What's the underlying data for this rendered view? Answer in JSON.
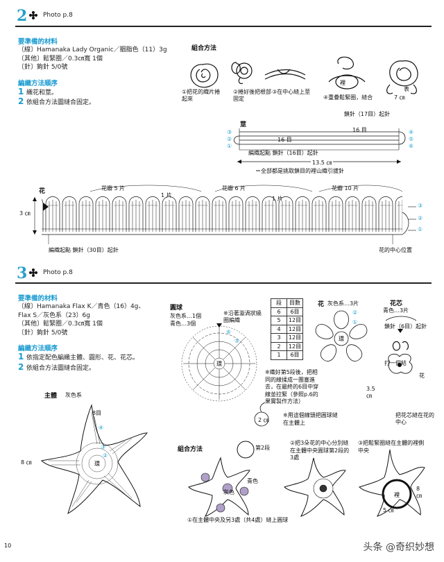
{
  "section2": {
    "number": "2",
    "photo_ref": "Photo p.8",
    "materials_header": "要準備的材料",
    "materials": [
      "〔線〕Hamanaka Lady Organic／胭脂色（11）3g",
      "〔其他〕鬆緊圈／0.3㎝寬 1個",
      "〔針〕鉤針 5/0號"
    ],
    "steps_header": "編織方法順序",
    "steps": [
      {
        "n": "1",
        "text": "織花和莖。"
      },
      {
        "n": "2",
        "text": "依組合方法圖縫合固定。"
      }
    ],
    "assembly_title": "組合方法",
    "assembly_steps": [
      "①把花的織片捲起來",
      "②捲好後把根部固定",
      "③在中心縫上莖",
      "④重疊鬆緊圈，縫合"
    ],
    "assembly_labels": {
      "back": "裡",
      "front": "表",
      "size": "7 ㎝"
    },
    "stem": {
      "title": "莖",
      "chain_label": "鎖針（17目）起針",
      "count_16_top": "16 目",
      "count_16_bottom": "16 目",
      "start_label": "編織起點 鎖針（16目）起針",
      "width": "13.5 ㎝",
      "note": "＝全部都是挑取鎖目的裡山織引拔針",
      "rows_left": [
        "③",
        "②",
        "①"
      ],
      "rows_right": [
        "④",
        "⑤",
        "⑥"
      ]
    },
    "flower": {
      "title": "花",
      "petals": [
        "花瓣 5 片",
        "花瓣 6 片",
        "花瓣 10 片"
      ],
      "one_piece": "1 片",
      "height": "3 ㎝",
      "start_label": "編織起點 鎖針（30目）起針",
      "center": "花的中心位置",
      "rows": [
        "③",
        "②",
        "①"
      ]
    }
  },
  "section3": {
    "number": "3",
    "photo_ref": "Photo p.8",
    "materials_header": "要準備的材料",
    "materials": [
      "〔線〕Hamanaka Flax K／青色（16）4g、",
      "Flax S／灰色系（23）6g",
      "〔其他〕鬆緊圈／0.3㎝寬 1個",
      "〔針〕鉤針 5/0號"
    ],
    "steps_header": "編織方法順序",
    "steps": [
      {
        "n": "1",
        "text": "依指定配色編織主體、圓形、花、花芯。"
      },
      {
        "n": "2",
        "text": "依組合方法圖縫合固定。"
      }
    ],
    "main_body": {
      "title": "主體",
      "color": "灰色系",
      "count": "8目",
      "height": "8 ㎝",
      "center": "環",
      "marks": [
        "④",
        "③",
        "②"
      ]
    },
    "ball": {
      "title": "圓球",
      "colors": [
        "灰色系…1個",
        "青色…3個"
      ],
      "note1": "※沿著漩渦狀繞圈編織",
      "note2": "※織好第5段後，把相同的線揉成一團塞進去，在最終的6目中穿線並拉緊（參照p.6的果實製作方法）",
      "note3": "※用這個線頭把圓球縫在主體上",
      "size": "2 ㎝",
      "center": "環",
      "marks": [
        "⑥",
        "⑤"
      ]
    },
    "table": {
      "headers": [
        "段",
        "目數"
      ],
      "rows": [
        [
          "6",
          "6目"
        ],
        [
          "5",
          "12目"
        ],
        [
          "4",
          "12目"
        ],
        [
          "3",
          "12目"
        ],
        [
          "2",
          "12目"
        ],
        [
          "1",
          "6目"
        ]
      ]
    },
    "flower": {
      "title": "花",
      "sub": "灰色系…3片",
      "center": "環",
      "marks": [
        "②",
        "①"
      ]
    },
    "core": {
      "title": "花芯",
      "sub": "青色…3片",
      "chain": "鎖針（6目）起針",
      "knot": "打一個結",
      "flower_lbl": "花",
      "size": "3.5 ㎝",
      "note": "把花芯縫在花的中心"
    },
    "assembly": {
      "title": "組合方法",
      "row2": "第2段",
      "blue": "青色",
      "grey": "灰色",
      "step1": "①在主體中央及另3處（共4處）縫上圓球",
      "step2": "②把3朵花的中心分別縫在主體中央圓球第2段的3處",
      "step3": "③把鬆緊圈縫在主體的裡側中央",
      "back": "裡",
      "ring": "5 ㎝",
      "height": "8 ㎝"
    }
  },
  "page_number": "10",
  "watermark": "头条 @奇织妙想"
}
